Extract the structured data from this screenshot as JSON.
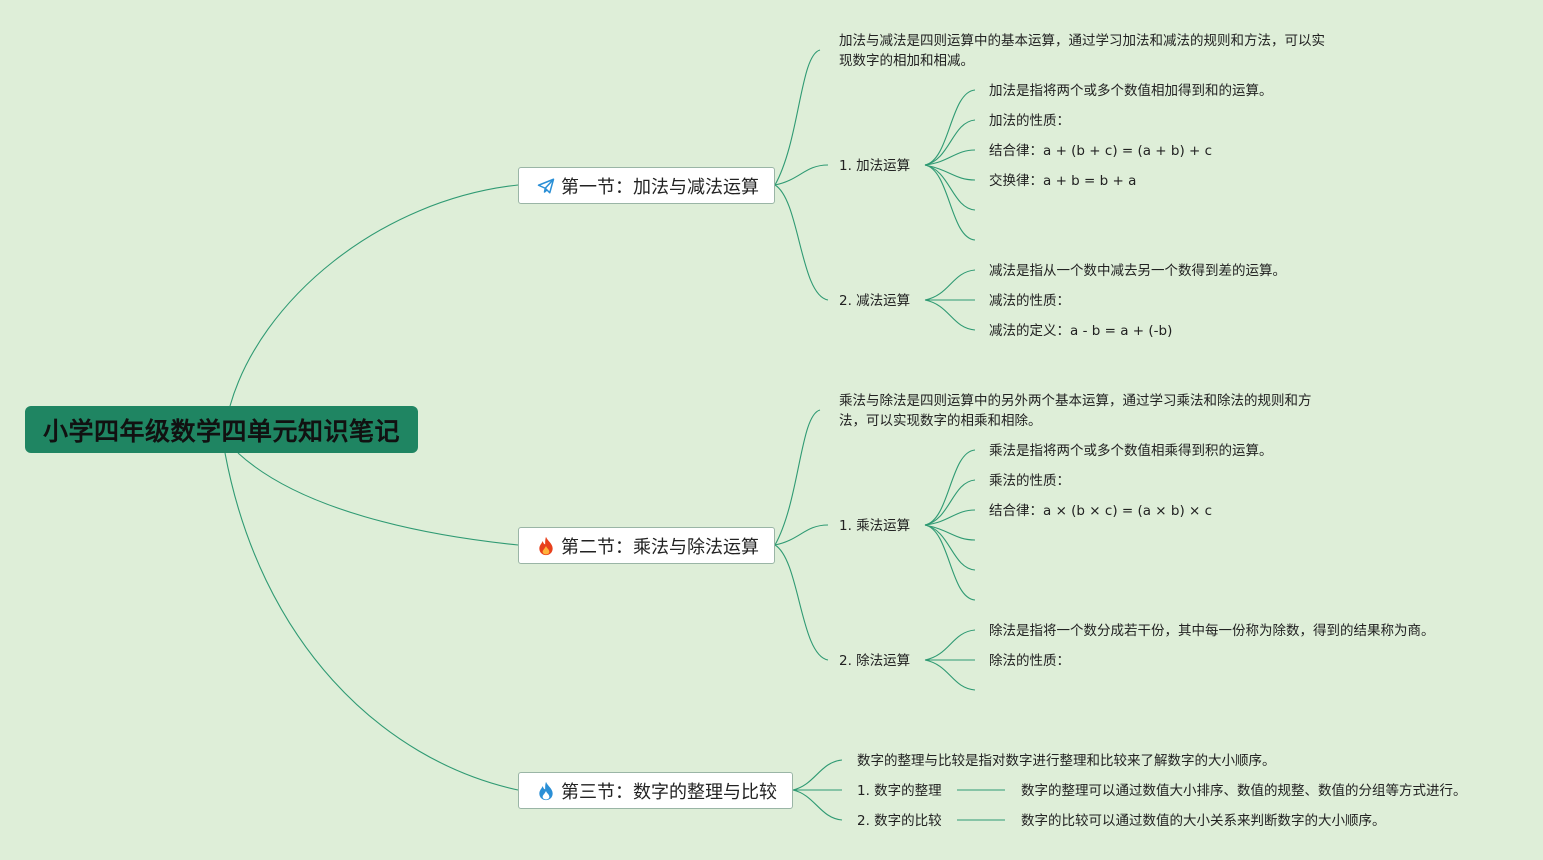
{
  "root": {
    "title": "小学四年级数学四单元知识笔记"
  },
  "colors": {
    "background": "#deeed8",
    "root_fill": "#1f8562",
    "link": "#2f9a73"
  },
  "sections": [
    {
      "title": "第一节：加法与减法运算",
      "icon": "paper-plane-icon",
      "summary": "加法与减法是四则运算中的基本运算，通过学习加法和减法的规则和方法，可以实现数字的相加和相减。",
      "topics": [
        {
          "label": "1. 加法运算",
          "items": [
            "加法是指将两个或多个数值相加得到和的运算。",
            "加法的性质：",
            "结合律：a + (b + c) = (a + b) + c",
            "交换律：a + b = b + a",
            "",
            ""
          ]
        },
        {
          "label": "2. 减法运算",
          "items": [
            "减法是指从一个数中减去另一个数得到差的运算。",
            "减法的性质：",
            "减法的定义：a - b = a + (-b)"
          ]
        }
      ]
    },
    {
      "title": "第二节：乘法与除法运算",
      "icon": "fire-icon",
      "summary": "乘法与除法是四则运算中的另外两个基本运算，通过学习乘法和除法的规则和方法，可以实现数字的相乘和相除。",
      "topics": [
        {
          "label": "1. 乘法运算",
          "items": [
            "乘法是指将两个或多个数值相乘得到积的运算。",
            "乘法的性质：",
            "结合律：a × (b × c) = (a × b) × c",
            "",
            "",
            ""
          ]
        },
        {
          "label": "2. 除法运算",
          "items": [
            "除法是指将一个数分成若干份，其中每一份称为除数，得到的结果称为商。",
            "除法的性质：",
            ""
          ]
        }
      ]
    },
    {
      "title": "第三节：数字的整理与比较",
      "icon": "flame-icon",
      "summary": "数字的整理与比较是指对数字进行整理和比较来了解数字的大小顺序。",
      "topics": [
        {
          "label": "1. 数字的整理",
          "items": [
            "数字的整理可以通过数值大小排序、数值的规整、数值的分组等方式进行。"
          ]
        },
        {
          "label": "2. 数字的比较",
          "items": [
            "数字的比较可以通过数值的大小关系来判断数字的大小顺序。"
          ]
        }
      ]
    }
  ]
}
